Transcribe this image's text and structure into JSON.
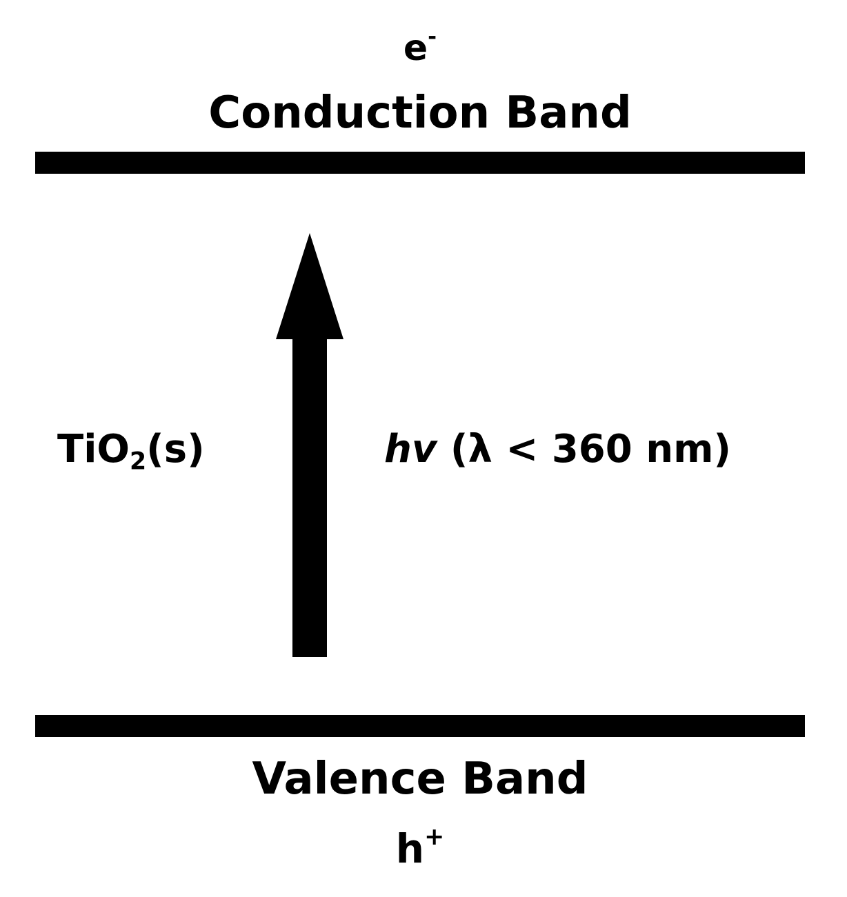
{
  "diagram": {
    "type": "energy-band-diagram",
    "colors": {
      "foreground": "#000000",
      "background": "#ffffff"
    },
    "top": {
      "carrier": {
        "base": "e",
        "superscript": "-"
      },
      "band_label": "Conduction Band"
    },
    "bottom": {
      "band_label": "Valence Band",
      "carrier": {
        "base": "h",
        "superscript": "+"
      }
    },
    "material": {
      "prefix": "TiO",
      "subscript": "2",
      "suffix": "(s)"
    },
    "excitation": {
      "symbol": "hv",
      "condition": "(λ < 360 nm)"
    },
    "arrow": {
      "direction": "up",
      "meaning": "photoexcitation from valence to conduction band"
    }
  }
}
